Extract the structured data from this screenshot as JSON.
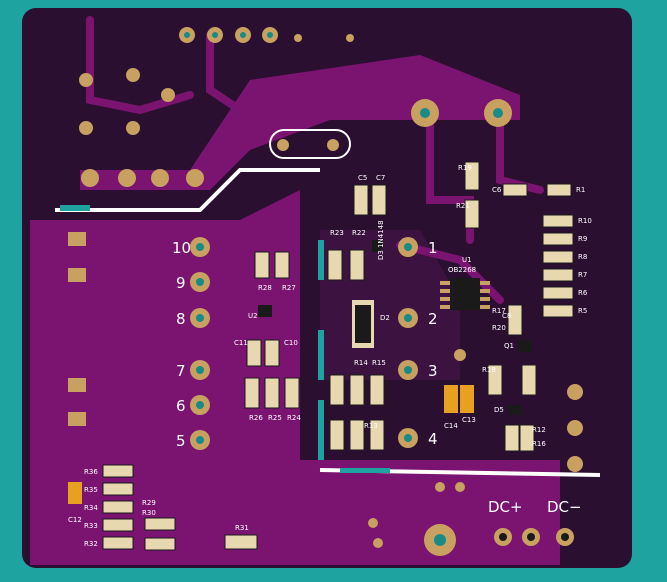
{
  "colors": {
    "frame": "#1fa3a0",
    "board": "#2a0f30",
    "copper": "#7a1470",
    "pad": "#c8a060",
    "pad_center": "#1a8a86",
    "silk": "#ffffff",
    "smd": "#e8d8b0",
    "chip": "#1a1a1a"
  },
  "pin_labels": [
    "10",
    "9",
    "8",
    "7",
    "6",
    "5",
    "1",
    "2",
    "3",
    "4"
  ],
  "connector_labels": {
    "dc_plus": "DC+",
    "dc_minus": "DC−"
  },
  "ref_designators": {
    "u1": "U1",
    "u1_part": "OB2268",
    "u2": "U2",
    "d2": "D2",
    "d3": "D3 1N4148",
    "d5": "D5",
    "q1": "Q1",
    "r": [
      "R1",
      "R5",
      "R6",
      "R7",
      "R8",
      "R9",
      "R10",
      "R12",
      "R13",
      "R14",
      "R15",
      "R16",
      "R17",
      "R18",
      "R19",
      "R20",
      "R21",
      "R22",
      "R23",
      "R24",
      "R25",
      "R26",
      "R27",
      "R28",
      "R29",
      "R30",
      "R31",
      "R32",
      "R33",
      "R34",
      "R35",
      "R36"
    ],
    "c": [
      "C5",
      "C6",
      "C7",
      "C8",
      "C10",
      "C11",
      "C12",
      "C13",
      "C14"
    ]
  }
}
